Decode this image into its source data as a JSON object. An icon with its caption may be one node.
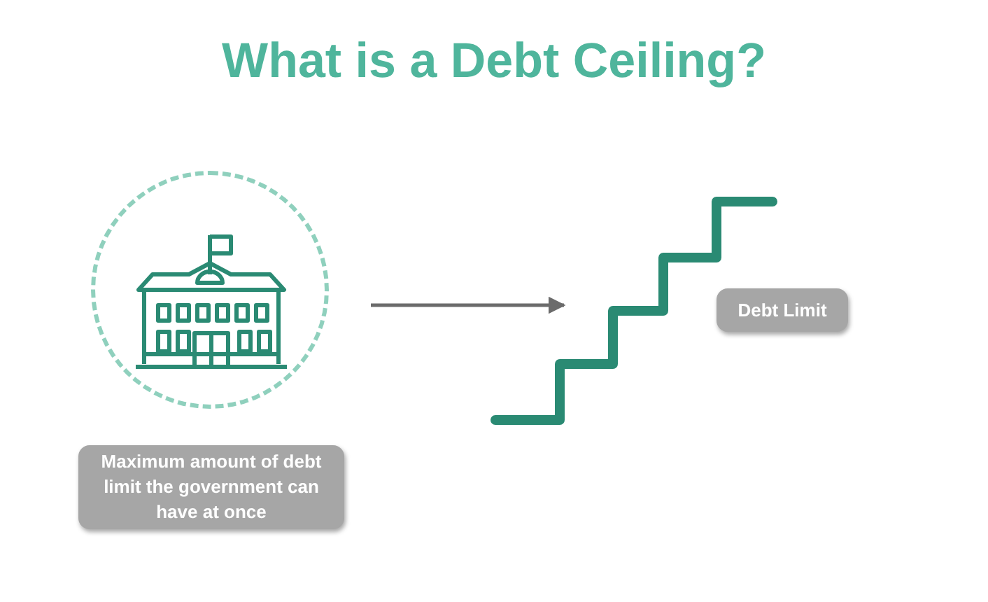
{
  "diagram": {
    "title": "What is a Debt Ceiling?",
    "nodes": [
      {
        "text": [],
        "shape": "circle"
      },
      {
        "text": [],
        "shape": "picture"
      },
      {
        "text": [
          "Maximum amount of debt limit the government can have at once"
        ]
      },
      {
        "text": [
          "Debt Limit"
        ]
      }
    ],
    "edges": [
      {
        "from": 0,
        "to": 1,
        "arrow": "to"
      }
    ]
  }
}
